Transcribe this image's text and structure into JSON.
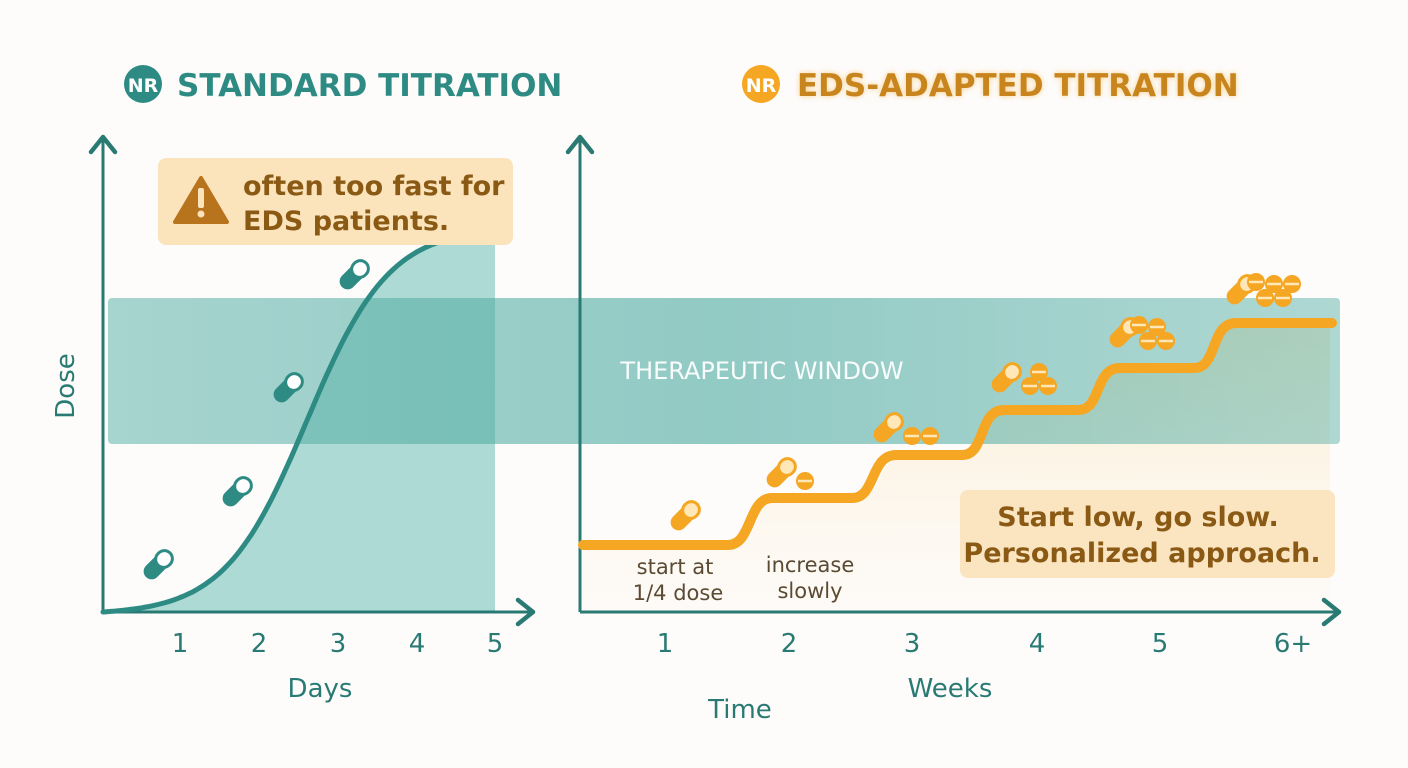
{
  "colors": {
    "teal": "#2e8b84",
    "teal_dark": "#2a7a74",
    "teal_fill": "#9fd3cd",
    "orange": "#f5a623",
    "callout_bg": "#fbe3bc",
    "callout_text": "#8a5a14",
    "window_text": "#ffffff"
  },
  "badges": {
    "left": {
      "text": "NR",
      "icon": "nr-badge-icon"
    },
    "right": {
      "text": "NR",
      "icon": "nr-badge-icon"
    }
  },
  "left_panel": {
    "title": "STANDARD TITRATION",
    "callout": {
      "icon": "warning-triangle-icon",
      "lines": [
        "often too fast for",
        "EDS patients."
      ]
    },
    "y_label": "Dose",
    "x_label": "Days",
    "ticks": [
      "1",
      "2",
      "3",
      "4",
      "5"
    ]
  },
  "right_panel": {
    "title": "EDS-ADAPTED TITRATION",
    "x_label": "Weeks",
    "ticks": [
      "1",
      "2",
      "3",
      "4",
      "5",
      "6+"
    ],
    "notes": {
      "step1": [
        "start at",
        "1/4 dose"
      ],
      "step2": [
        "increase",
        "slowly"
      ]
    },
    "callout": {
      "lines": [
        "Start low, go slow.",
        "Personalized approach."
      ]
    }
  },
  "therapeutic_window": {
    "label": "THERAPEUTIC WINDOW"
  },
  "shared_x_label": "Time",
  "chart_data": [
    {
      "type": "line",
      "title": "STANDARD TITRATION",
      "xlabel": "Days",
      "ylabel": "Dose",
      "x": [
        0,
        1,
        2,
        3,
        4,
        4.5
      ],
      "series": [
        {
          "values": [
            0,
            0.1,
            0.35,
            0.75,
            0.97,
            1.0
          ]
        }
      ],
      "ylim": [
        0,
        1
      ],
      "xlim": [
        0,
        5
      ],
      "band": {
        "label": "THERAPEUTIC WINDOW",
        "range": [
          0.47,
          0.87
        ]
      }
    },
    {
      "type": "line",
      "title": "EDS-ADAPTED TITRATION",
      "xlabel": "Weeks",
      "ylabel": "Dose",
      "categories": [
        "1",
        "2",
        "3",
        "4",
        "5",
        "6+"
      ],
      "series": [
        {
          "values": [
            0.17,
            0.28,
            0.42,
            0.55,
            0.67,
            0.77
          ]
        }
      ],
      "ylim": [
        0,
        1
      ],
      "band": {
        "label": "THERAPEUTIC WINDOW",
        "range": [
          0.47,
          0.87
        ]
      }
    }
  ]
}
